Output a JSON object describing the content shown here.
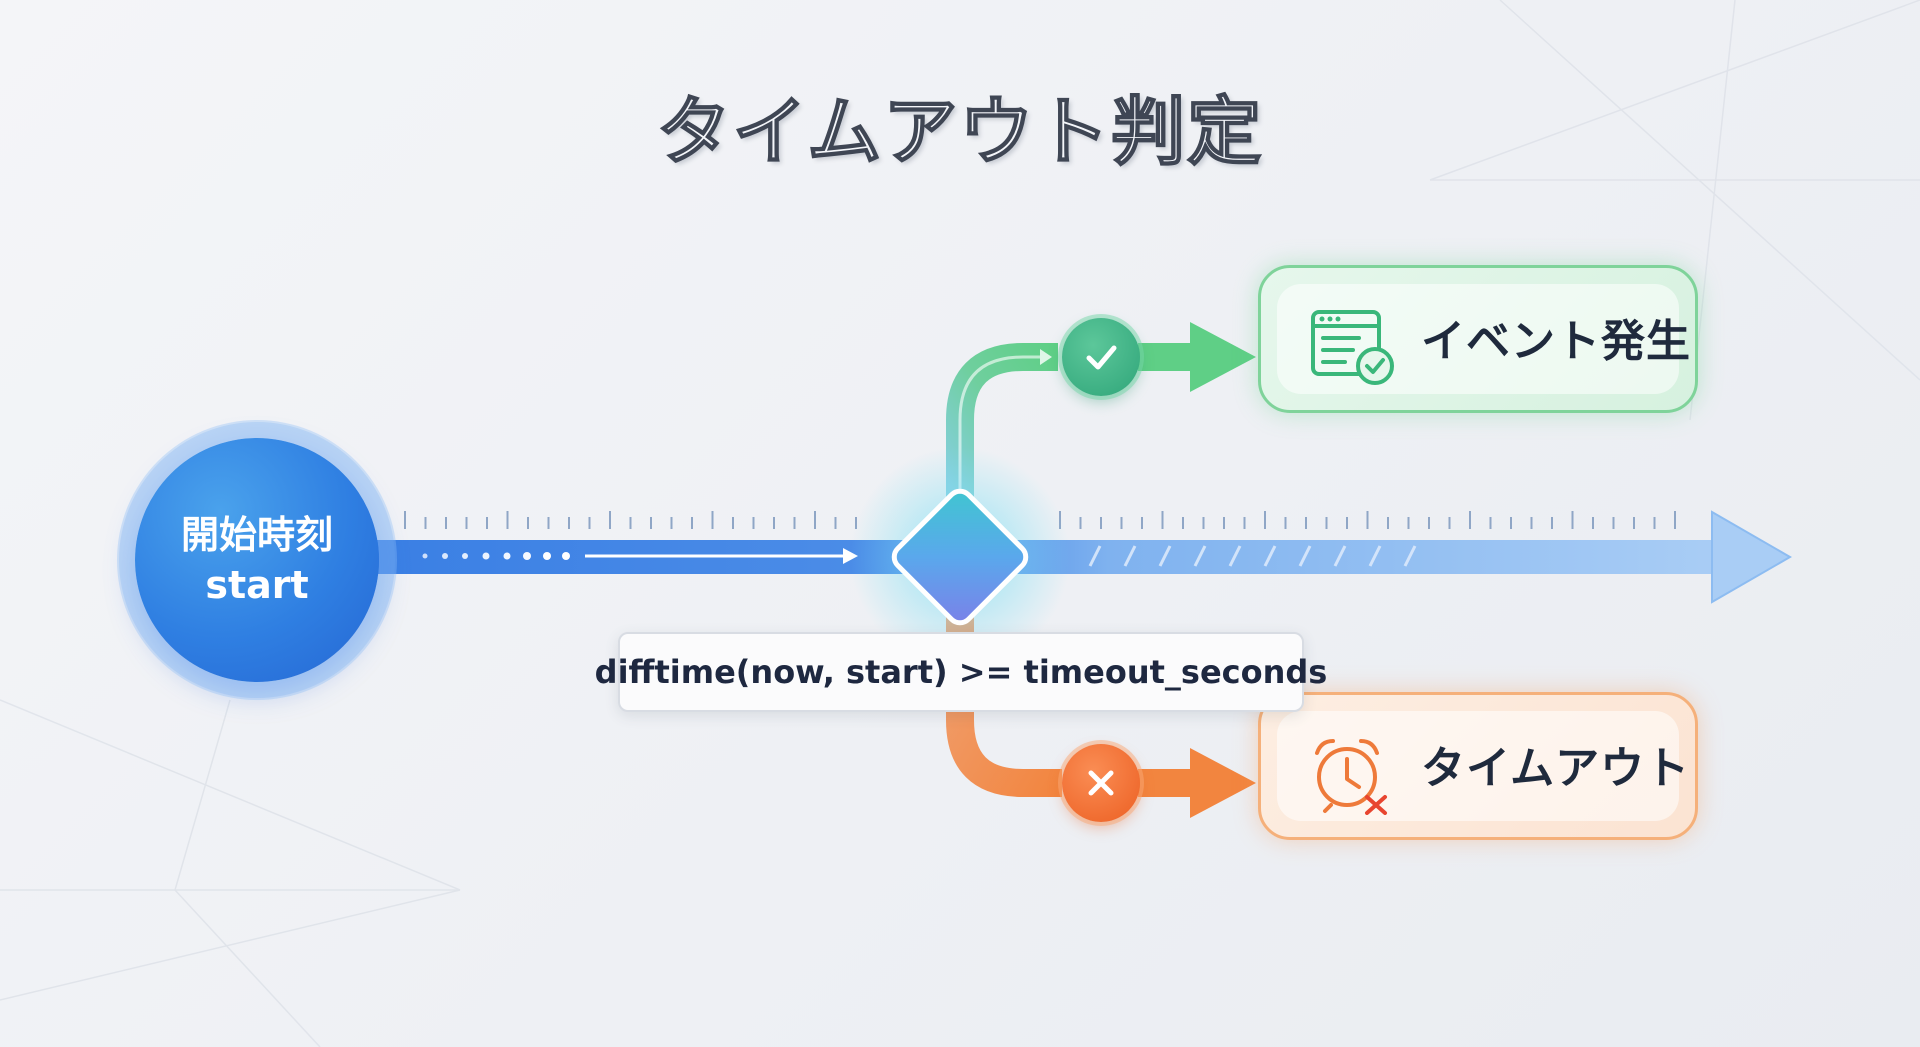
{
  "title": "タイムアウト判定",
  "start_node": {
    "line1": "開始時刻",
    "line2": "start"
  },
  "condition": "difftime(now, start) >= timeout_seconds",
  "outcomes": {
    "event": {
      "label": "イベント発生",
      "icon": "event-log-check-icon",
      "color": "#5fcf86"
    },
    "timeout": {
      "label": "タイムアウト",
      "icon": "alarm-clock-x-icon",
      "color": "#f2853f"
    }
  },
  "colors": {
    "timeline": "#3f82e6",
    "start_node": "#2f7fe2",
    "decision": "#4fb3e8"
  }
}
